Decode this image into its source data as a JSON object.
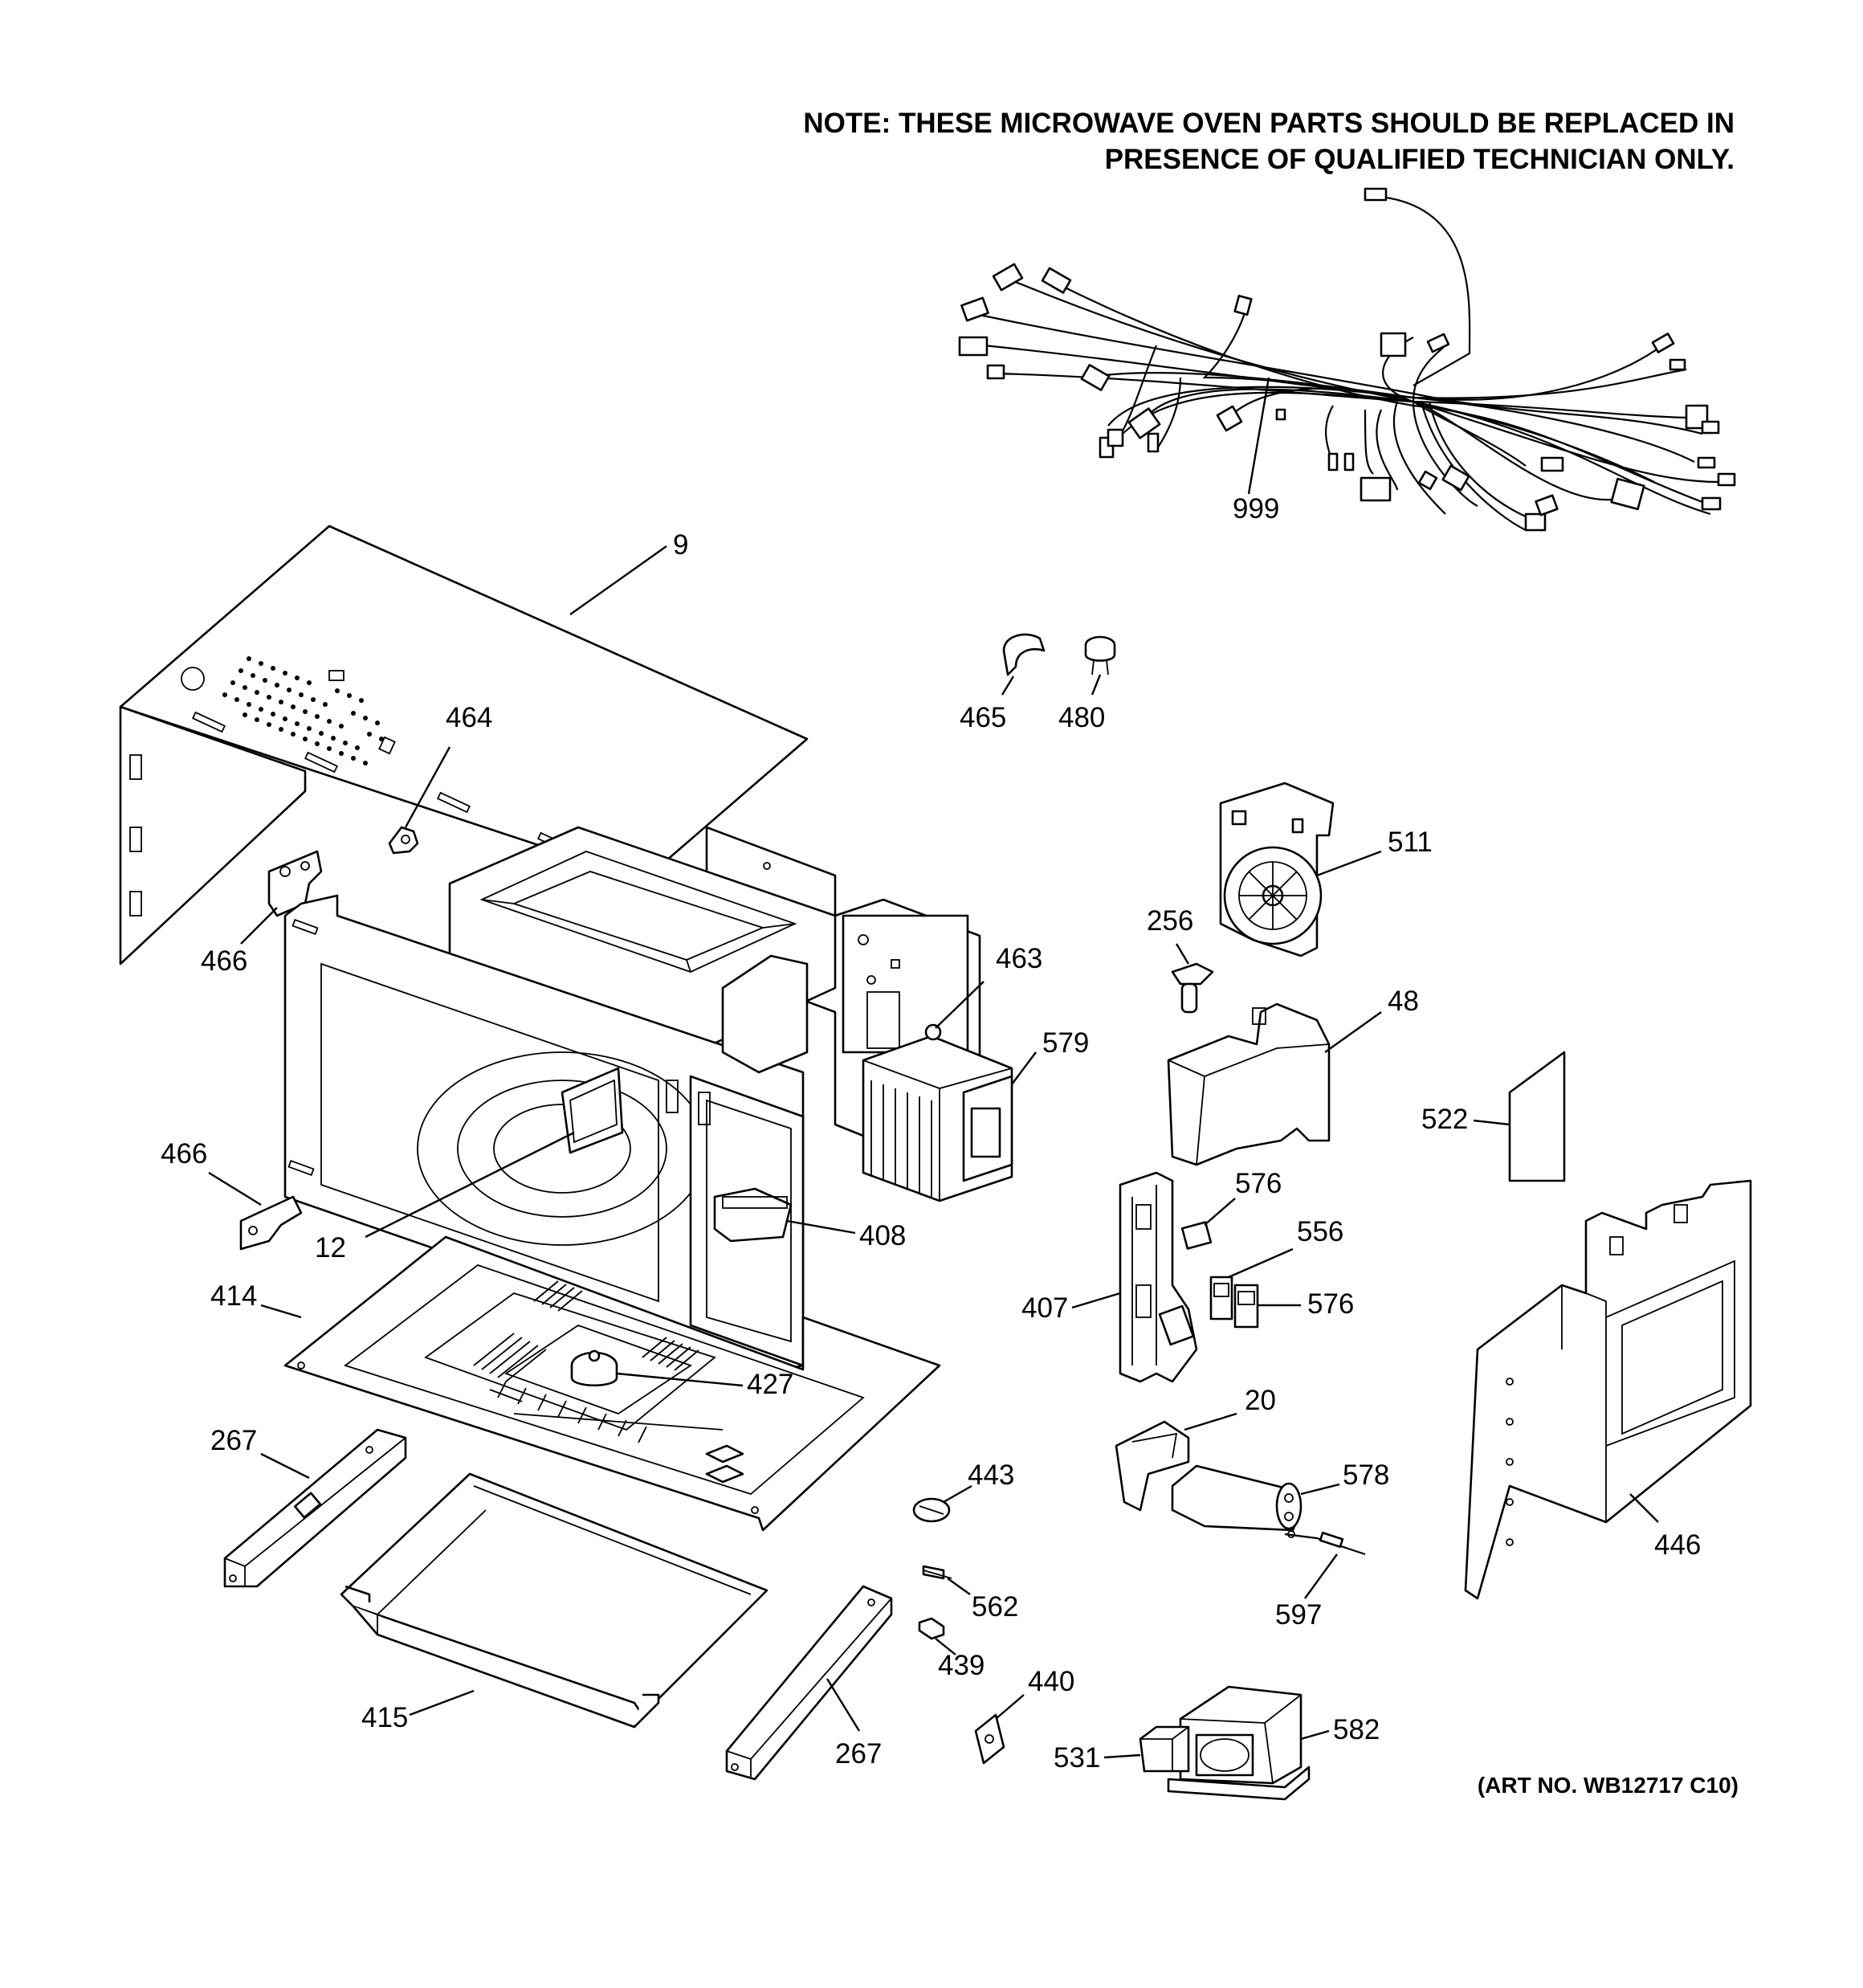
{
  "note": {
    "line1": "NOTE: THESE MICROWAVE OVEN PARTS SHOULD BE REPLACED IN",
    "line2": "PRESENCE OF QUALIFIED TECHNICIAN ONLY."
  },
  "art_number": "(ART NO. WB12717 C10)",
  "callouts": [
    {
      "id": "c-999",
      "label": "999"
    },
    {
      "id": "c-9",
      "label": "9"
    },
    {
      "id": "c-464",
      "label": "464"
    },
    {
      "id": "c-465",
      "label": "465"
    },
    {
      "id": "c-480",
      "label": "480"
    },
    {
      "id": "c-511",
      "label": "511"
    },
    {
      "id": "c-466a",
      "label": "466"
    },
    {
      "id": "c-256",
      "label": "256"
    },
    {
      "id": "c-463",
      "label": "463"
    },
    {
      "id": "c-48",
      "label": "48"
    },
    {
      "id": "c-579",
      "label": "579"
    },
    {
      "id": "c-522",
      "label": "522"
    },
    {
      "id": "c-466b",
      "label": "466"
    },
    {
      "id": "c-576a",
      "label": "576"
    },
    {
      "id": "c-12",
      "label": "12"
    },
    {
      "id": "c-408",
      "label": "408"
    },
    {
      "id": "c-556",
      "label": "556"
    },
    {
      "id": "c-414",
      "label": "414"
    },
    {
      "id": "c-407",
      "label": "407"
    },
    {
      "id": "c-576b",
      "label": "576"
    },
    {
      "id": "c-427",
      "label": "427"
    },
    {
      "id": "c-20",
      "label": "20"
    },
    {
      "id": "c-267a",
      "label": "267"
    },
    {
      "id": "c-443",
      "label": "443"
    },
    {
      "id": "c-578",
      "label": "578"
    },
    {
      "id": "c-446",
      "label": "446"
    },
    {
      "id": "c-562",
      "label": "562"
    },
    {
      "id": "c-597",
      "label": "597"
    },
    {
      "id": "c-439",
      "label": "439"
    },
    {
      "id": "c-440",
      "label": "440"
    },
    {
      "id": "c-415",
      "label": "415"
    },
    {
      "id": "c-267b",
      "label": "267"
    },
    {
      "id": "c-582",
      "label": "582"
    },
    {
      "id": "c-531",
      "label": "531"
    }
  ]
}
